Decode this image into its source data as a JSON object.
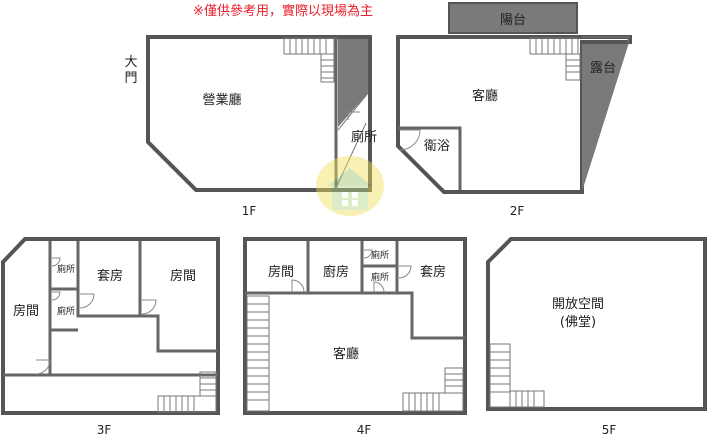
{
  "disclaimer": "※僅供參考用，實際以現場為主",
  "colors": {
    "disclaimer": "#e8202a",
    "wall": "#555555",
    "shade": "#7a7a7a",
    "stair": "#777777"
  },
  "floors": {
    "f1": {
      "label": "1F",
      "rooms": {
        "main": "營業廳",
        "toilet": "廁所"
      },
      "entrance": "大門"
    },
    "f2": {
      "label": "2F",
      "rooms": {
        "living": "客廳",
        "bath": "衛浴",
        "balcony": "陽台",
        "terrace": "露台"
      }
    },
    "f3": {
      "label": "3F",
      "rooms": {
        "suite": "套房",
        "room_right": "房間",
        "room_left": "房間",
        "toilet_top": "廁所",
        "toilet_bottom": "廁所"
      }
    },
    "f4": {
      "label": "4F",
      "rooms": {
        "room": "房間",
        "kitchen": "廚房",
        "toilet_top": "廁所",
        "toilet_bottom": "廁所",
        "suite": "套房",
        "living": "客廳"
      }
    },
    "f5": {
      "label": "5F",
      "rooms": {
        "open_space": "開放空間",
        "shrine": "(佛堂)"
      }
    }
  }
}
